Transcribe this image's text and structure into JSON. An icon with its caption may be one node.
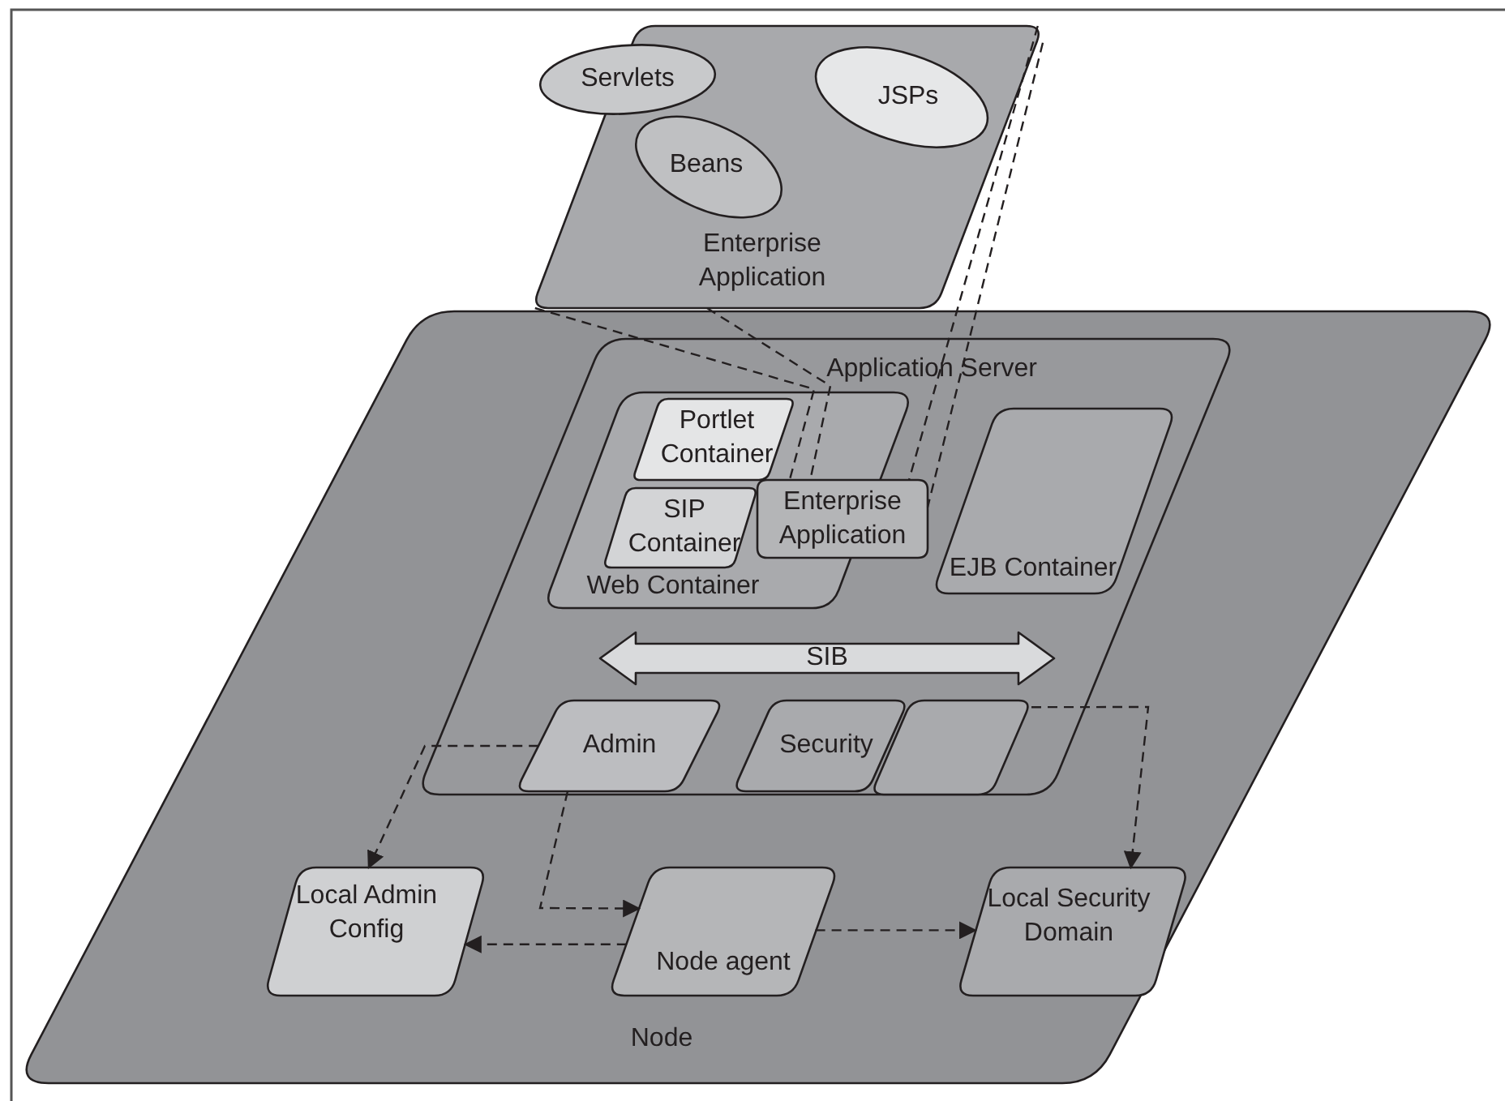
{
  "diagram": {
    "nodes": [
      {
        "text": [
          "Enterprise Application"
        ]
      },
      {
        "text": [
          "Servlets"
        ],
        "in": 0
      },
      {
        "text": [
          "JSPs"
        ],
        "in": 0
      },
      {
        "text": [
          "Beans"
        ],
        "in": 0
      },
      {
        "text": [
          "Node"
        ]
      },
      {
        "text": [
          "Application Server"
        ],
        "in": 4
      },
      {
        "text": [
          "Web Container"
        ],
        "in": 5
      },
      {
        "text": [
          "Portlet Container"
        ],
        "in": 6
      },
      {
        "text": [
          "SIP Container"
        ],
        "in": 6
      },
      {
        "text": [
          "Enterprise Application"
        ],
        "in": 5
      },
      {
        "text": [
          "EJB Container"
        ],
        "in": 5
      },
      {
        "text": [
          "SIB"
        ],
        "in": 5
      },
      {
        "text": [
          "Admin"
        ],
        "in": 5
      },
      {
        "text": [
          "Security"
        ],
        "in": 5
      },
      {
        "text": [
          "Local Admin Config"
        ],
        "in": 4
      },
      {
        "text": [
          "Node agent"
        ],
        "in": 4
      },
      {
        "text": [
          "Local Security Domain"
        ],
        "in": 4
      }
    ],
    "edges": [
      {
        "from": 12,
        "to": 14,
        "arrow": "to",
        "style": "dashed"
      },
      {
        "from": 12,
        "to": 15,
        "arrow": "to",
        "style": "dashed"
      },
      {
        "from": 15,
        "to": 14,
        "arrow": "to",
        "style": "dashed"
      },
      {
        "from": 15,
        "to": 16,
        "arrow": "to",
        "style": "dashed"
      },
      {
        "from": 13,
        "to": 16,
        "arrow": "to",
        "style": "dashed"
      },
      {
        "from": 0,
        "to": 9,
        "arrow": "none",
        "style": "dashed"
      },
      {
        "from": 0,
        "to": 9,
        "arrow": "none",
        "style": "dashed"
      },
      {
        "from": 0,
        "to": 9,
        "arrow": "none",
        "style": "dashed"
      },
      {
        "from": 0,
        "to": 9,
        "arrow": "none",
        "style": "dashed"
      }
    ]
  }
}
